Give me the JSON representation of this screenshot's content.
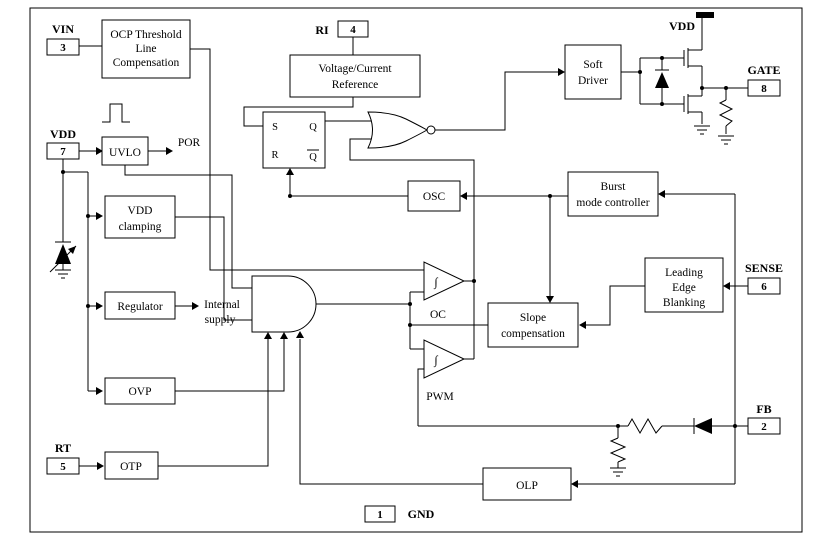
{
  "colors": {
    "ink": "#000000",
    "background": "#ffffff"
  },
  "diagram": {
    "pins": {
      "vin": {
        "label": "VIN",
        "num": "3"
      },
      "vdd7": {
        "label": "VDD",
        "num": "7"
      },
      "rt": {
        "label": "RT",
        "num": "5"
      },
      "ri": {
        "label": "RI",
        "num": "4"
      },
      "vdd_top": {
        "label": "VDD"
      },
      "gate": {
        "label": "GATE",
        "num": "8"
      },
      "sense": {
        "label": "SENSE",
        "num": "6"
      },
      "fb": {
        "label": "FB",
        "num": "2"
      },
      "gnd": {
        "label": "GND",
        "num": "1"
      }
    },
    "blocks": {
      "ocp_l1": "OCP Threshold",
      "ocp_l2": "Line",
      "ocp_l3": "Compensation",
      "uvlo": "UVLO",
      "vddclamp_l1": "VDD",
      "vddclamp_l2": "clamping",
      "regulator": "Regulator",
      "ovp": "OVP",
      "otp": "OTP",
      "vcr_l1": "Voltage/Current",
      "vcr_l2": "Reference",
      "osc": "OSC",
      "burst_l1": "Burst",
      "burst_l2": "mode controller",
      "soft_l1": "Soft",
      "soft_l2": "Driver",
      "leb_l1": "Leading",
      "leb_l2": "Edge",
      "leb_l3": "Blanking",
      "slope_l1": "Slope",
      "slope_l2": "compensation",
      "olp": "OLP"
    },
    "labels": {
      "por": "POR",
      "internal_l1": "Internal",
      "internal_l2": "supply",
      "oc": "OC",
      "pwm": "PWM",
      "s": "S",
      "r": "R",
      "q": "Q",
      "qbar": "Q",
      "comp_symbol": "∫"
    }
  }
}
